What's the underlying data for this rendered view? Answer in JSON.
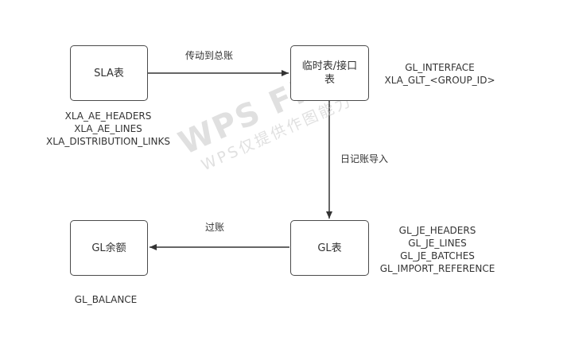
{
  "diagram": {
    "nodes": {
      "sla": {
        "label": "SLA表"
      },
      "interface": {
        "label_line1": "临时表/接口",
        "label_line2": "表"
      },
      "gl": {
        "label": "GL表"
      },
      "balance": {
        "label": "GL余额"
      }
    },
    "notes": {
      "sla_tables": [
        "XLA_AE_HEADERS",
        "XLA_AE_LINES",
        "XLA_DISTRIBUTION_LINKS"
      ],
      "interface_tables": [
        "GL_INTERFACE",
        "XLA_GLT_<GROUP_ID>"
      ],
      "gl_tables": [
        "GL_JE_HEADERS",
        "GL_JE_LINES",
        "GL_JE_BATCHES",
        "GL_IMPORT_REFERENCE"
      ],
      "balance_tables": [
        "GL_BALANCE"
      ]
    },
    "edges": {
      "transfer_to_gl": "传动到总账",
      "journal_import": "日记账导入",
      "posting": "过账"
    }
  },
  "watermark": {
    "main": "WPS Flow",
    "sub": "WPS仅提供作图能力"
  },
  "colors": {
    "line": "#333333",
    "box_border": "#4a4a4a",
    "text": "#333333",
    "watermark": "#c8c8c8"
  }
}
